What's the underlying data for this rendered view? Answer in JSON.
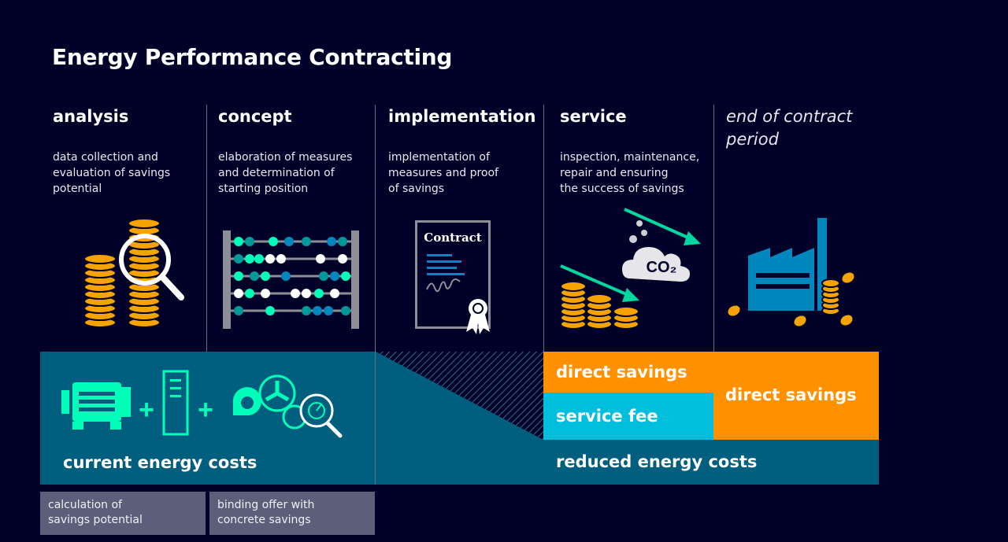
{
  "title": "Energy Performance Contracting",
  "phases": [
    {
      "name": "analysis",
      "desc": [
        "data collection and",
        "evaluation of savings",
        "potential"
      ]
    },
    {
      "name": "concept",
      "desc": [
        "elaboration of measures",
        "and determination of",
        "starting position"
      ]
    },
    {
      "name": "implementation",
      "desc": [
        "implementation of",
        "measures and proof",
        "of savings"
      ]
    },
    {
      "name": "service",
      "desc": [
        "inspection, maintenance,",
        "repair and ensuring",
        "the success of savings"
      ]
    },
    {
      "name": [
        "end of contract",
        "period"
      ]
    }
  ],
  "icons": {
    "contract_label": "Contract",
    "co2_label": "CO₂",
    "plus": "+"
  },
  "bands": {
    "current_energy_costs": "current energy costs",
    "direct_savings_service": "direct savings",
    "service_fee": "service fee",
    "direct_savings_end": "direct savings",
    "reduced_energy_costs": "reduced energy costs"
  },
  "notes": [
    [
      "calculation of",
      "savings potential"
    ],
    [
      "binding offer with",
      "concrete savings"
    ]
  ],
  "colors": {
    "background": "#000028",
    "teal_band": "#005f7e",
    "cyan": "#00bedc",
    "orange": "#ff9100",
    "coin": "#f5a300",
    "icon_teal": "#00ffb9",
    "gray_note": "#5b5f7a"
  }
}
